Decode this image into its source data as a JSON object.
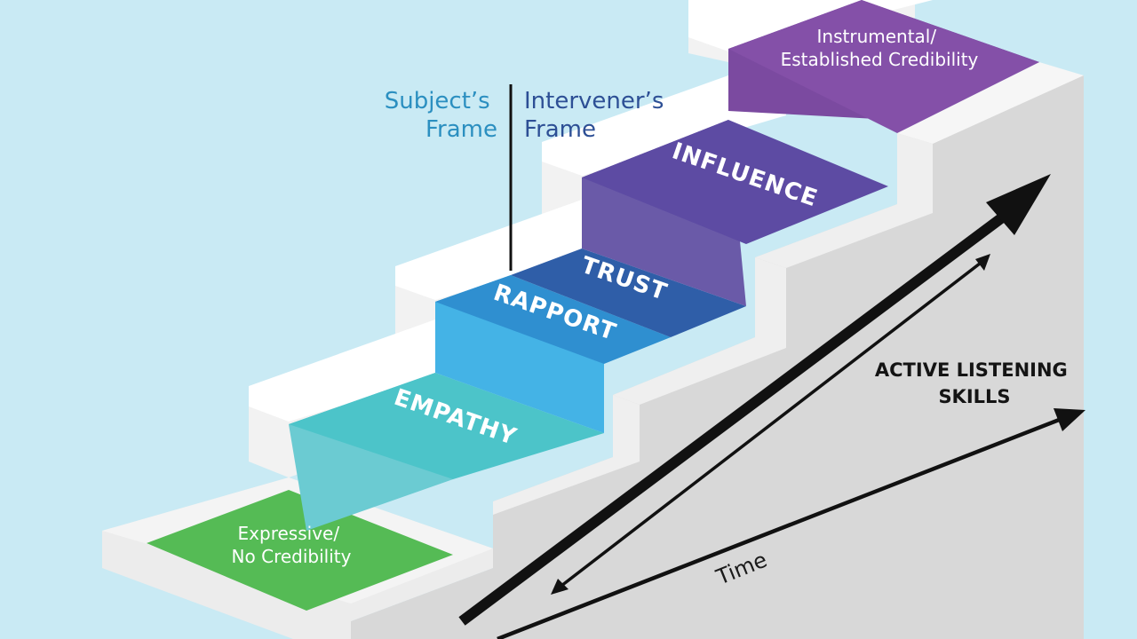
{
  "steps": {
    "base_label_line1": "Expressive/",
    "base_label_line2": "No Credibility",
    "empathy": "EMPATHY",
    "rapport": "RAPPORT",
    "trust": "TRUST",
    "influence": "INFLUENCE",
    "top_label_line1": "Instrumental/",
    "top_label_line2": "Established Credibility"
  },
  "frames": {
    "subject_line1": "Subject’s",
    "subject_line2": "Frame",
    "intervener_line1": "Intervener’s",
    "intervener_line2": "Frame"
  },
  "axes": {
    "skills_line1": "ACTIVE LISTENING",
    "skills_line2": "SKILLS",
    "time": "Time"
  },
  "colors": {
    "background": "#c9eaf4",
    "base_green": "#55bb55",
    "empathy": "#4cc4c9",
    "rapport": "#44b3e6",
    "trust": "#2f5ea8",
    "influence": "#5d4ba3",
    "top_purple": "#7b4aa0",
    "subject_text": "#2b8fc0",
    "intervener_text": "#2d4f95"
  }
}
